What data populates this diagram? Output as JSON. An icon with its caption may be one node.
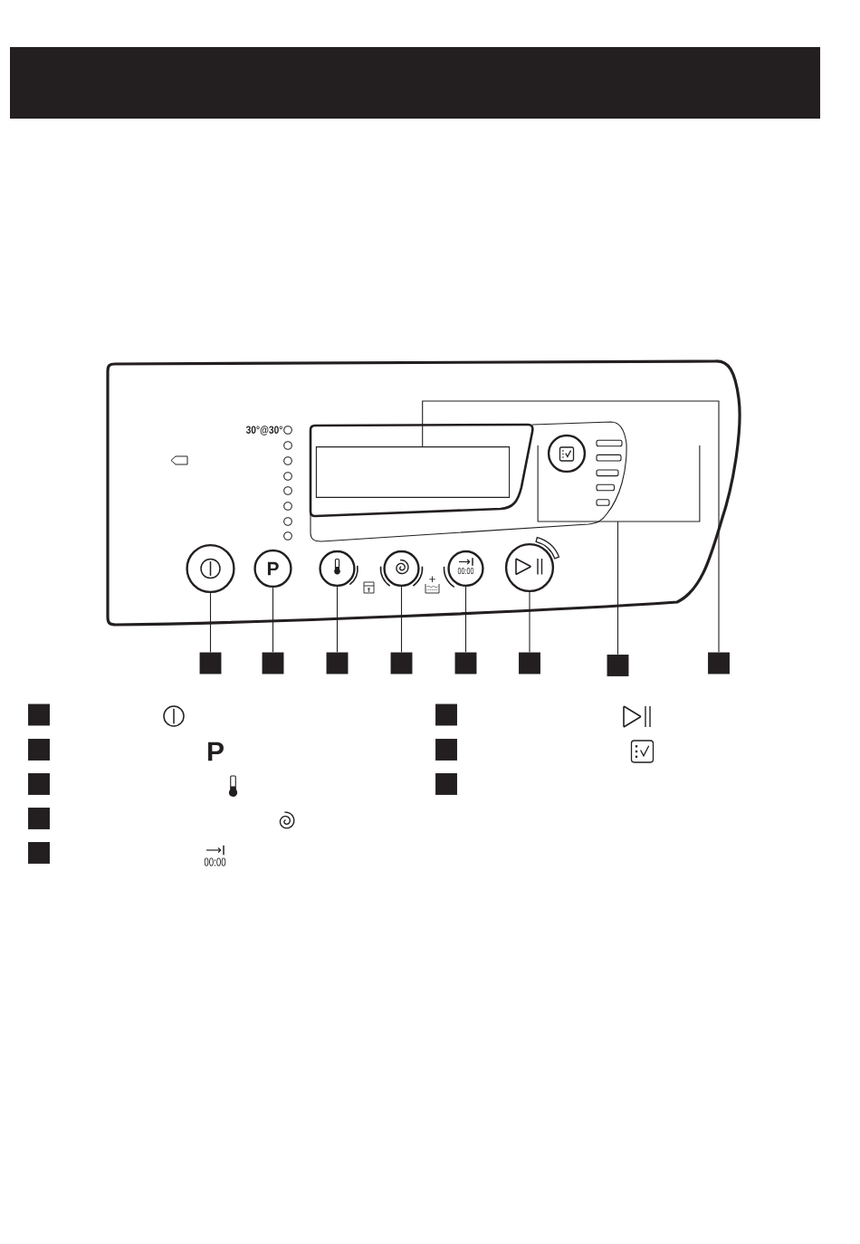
{
  "diagram": {
    "nodes": [
      {
        "text": [],
        "shape": "box"
      },
      {
        "text": [],
        "shape": "bracket"
      },
      {
        "text": [],
        "shape": "circle"
      },
      {
        "text": [],
        "shape": "circle"
      },
      {
        "text": [
          "P"
        ]
      },
      {
        "text": [],
        "shape": "circle"
      },
      {
        "text": [],
        "shape": "circle"
      },
      {
        "text": [
          "00:00"
        ]
      },
      {
        "text": [],
        "shape": "circle"
      },
      {
        "text": [],
        "shape": "box"
      },
      {
        "text": [],
        "shape": "box"
      },
      {
        "text": [],
        "shape": "box"
      },
      {
        "text": [],
        "shape": "box"
      },
      {
        "text": [],
        "shape": "box"
      },
      {
        "text": [],
        "shape": "box"
      },
      {
        "text": [],
        "shape": "box"
      },
      {
        "text": [],
        "shape": "box"
      },
      {
        "text": [],
        "shape": "box"
      },
      {
        "text": [],
        "shape": "box"
      },
      {
        "text": [],
        "shape": "box"
      },
      {
        "text": [],
        "shape": "box"
      },
      {
        "text": [],
        "shape": "box"
      },
      {
        "text": [],
        "shape": "box"
      },
      {
        "text": [],
        "shape": "box"
      },
      {
        "text": [],
        "shape": "box"
      }
    ],
    "edges": [
      {
        "from": 9,
        "to": 3,
        "arrow": "none"
      },
      {
        "from": 10,
        "to": 4,
        "arrow": "none"
      },
      {
        "from": 11,
        "to": 5,
        "arrow": "none"
      },
      {
        "from": 12,
        "to": 6,
        "arrow": "none"
      },
      {
        "from": 13,
        "to": 7,
        "arrow": "none"
      },
      {
        "from": 14,
        "to": 8,
        "arrow": "none"
      },
      {
        "from": 15,
        "to": 1,
        "arrow": "none"
      },
      {
        "from": 16,
        "to": 0,
        "arrow": "none"
      }
    ],
    "labels": [
      "30°@30°",
      "P",
      "00:00"
    ]
  }
}
